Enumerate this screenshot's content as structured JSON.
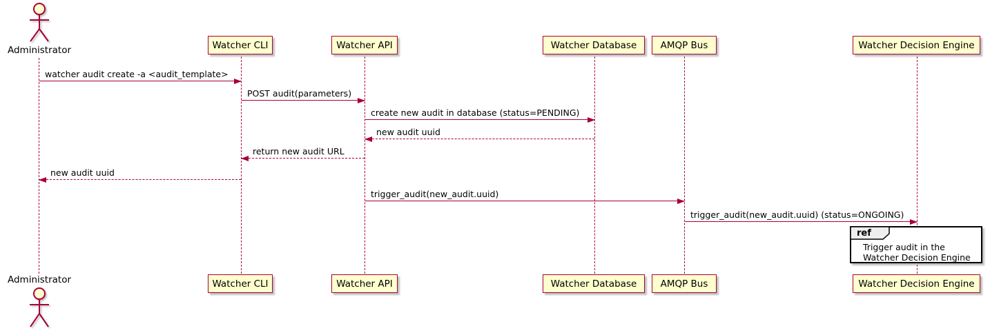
{
  "colors": {
    "participant_fill": "#FEFECE",
    "line_color": "#A80036",
    "text_color": "#000000",
    "ref_tab_fill": "#EEEEEE",
    "ref_border": "#000000"
  },
  "participants": [
    {
      "name": "Administrator",
      "kind": "actor"
    },
    {
      "name": "Watcher CLI",
      "kind": "participant"
    },
    {
      "name": "Watcher API",
      "kind": "participant"
    },
    {
      "name": "Watcher Database",
      "kind": "participant"
    },
    {
      "name": "AMQP Bus",
      "kind": "participant"
    },
    {
      "name": "Watcher Decision Engine",
      "kind": "participant"
    }
  ],
  "messages": [
    {
      "text": "watcher audit create -a <audit_template>",
      "from": "Administrator",
      "to": "Watcher CLI",
      "line": "solid"
    },
    {
      "text": "POST audit(parameters)",
      "from": "Watcher CLI",
      "to": "Watcher API",
      "line": "solid"
    },
    {
      "text": "create new audit in database (status=PENDING)",
      "from": "Watcher API",
      "to": "Watcher Database",
      "line": "solid"
    },
    {
      "text": "new audit uuid",
      "from": "Watcher Database",
      "to": "Watcher API",
      "line": "dashed"
    },
    {
      "text": "return new audit URL",
      "from": "Watcher API",
      "to": "Watcher CLI",
      "line": "dashed"
    },
    {
      "text": "new audit uuid",
      "from": "Watcher CLI",
      "to": "Administrator",
      "line": "dashed"
    },
    {
      "text": "trigger_audit(new_audit.uuid)",
      "from": "Watcher API",
      "to": "AMQP Bus",
      "line": "solid"
    },
    {
      "text": "trigger_audit(new_audit.uuid) (status=ONGOING)",
      "from": "AMQP Bus",
      "to": "Watcher Decision Engine",
      "line": "solid"
    }
  ],
  "ref": {
    "keyword": "ref",
    "lines": [
      "Trigger audit in the",
      "Watcher Decision Engine"
    ]
  }
}
